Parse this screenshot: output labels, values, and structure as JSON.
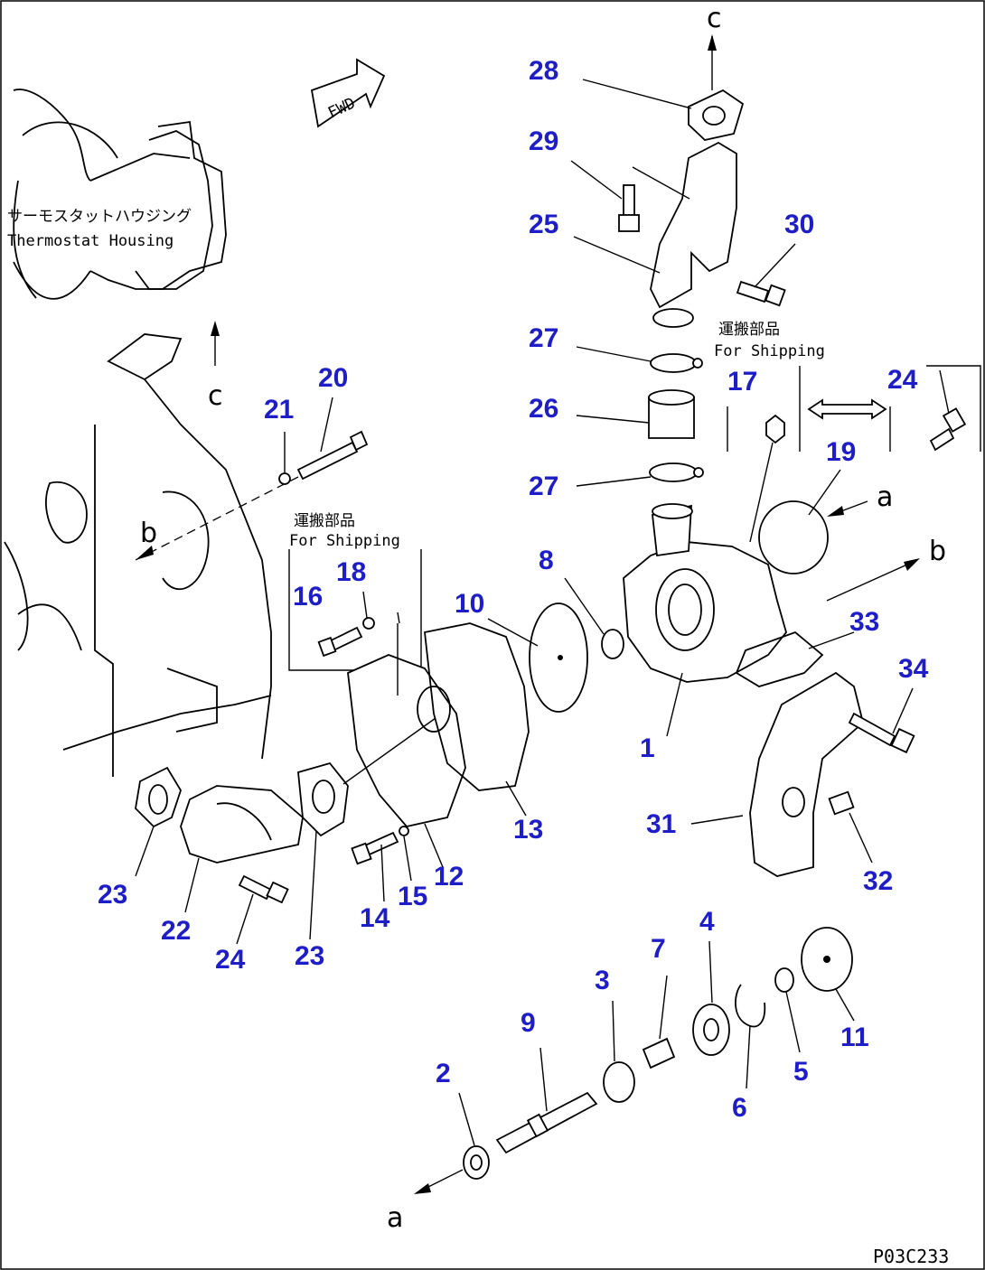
{
  "drawing_code": "P03C233",
  "notes": {
    "thermostat_jp": "サーモスタットハウジング",
    "thermostat_en": "Thermostat Housing",
    "shipping_jp": "運搬部品",
    "shipping_en": "For Shipping"
  },
  "fwd_label": "FWD",
  "ref_letters": {
    "a": "a",
    "b": "b",
    "c": "c"
  },
  "callouts": {
    "p1": "1",
    "p2": "2",
    "p3": "3",
    "p4": "4",
    "p5": "5",
    "p6": "6",
    "p7": "7",
    "p8": "8",
    "p9": "9",
    "p10": "10",
    "p11": "11",
    "p12": "12",
    "p13": "13",
    "p14": "14",
    "p15": "15",
    "p16": "16",
    "p17": "17",
    "p18": "18",
    "p19": "19",
    "p20": "20",
    "p21": "21",
    "p22": "22",
    "p23": "23",
    "p24": "24",
    "p25": "25",
    "p26": "26",
    "p27": "27",
    "p28": "28",
    "p29": "29",
    "p30": "30",
    "p31": "31",
    "p32": "32",
    "p33": "33",
    "p34": "34"
  }
}
